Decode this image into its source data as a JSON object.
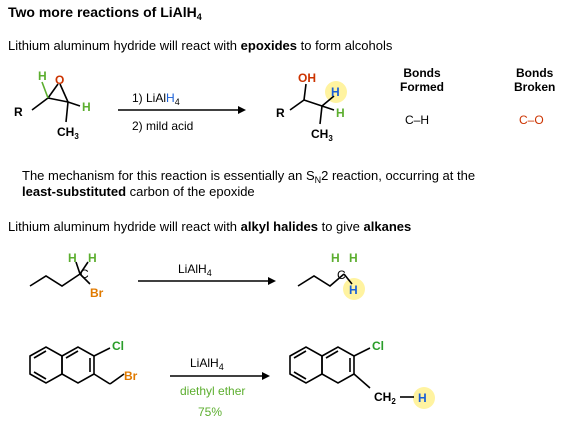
{
  "title": "Two more reactions of LiAlH",
  "title_sub": "4",
  "line1": {
    "pre": "Lithium aluminum hydride will react with ",
    "bold": "epoxides",
    "post": " to form alcohols"
  },
  "rxn1": {
    "cond1_pre": "1) LiAl",
    "cond1_h": "H",
    "cond1_sub": "4",
    "cond2": "2) mild acid",
    "bonds_formed_1": "Bonds",
    "bonds_formed_2": "Formed",
    "bonds_broken_1": "Bonds",
    "bonds_broken_2": "Broken",
    "formed_val": "C–H",
    "broken_val": "C–O"
  },
  "mech": {
    "line1_pre": "The mechanism for this reaction is essentially an S",
    "line1_sub": "N",
    "line1_post": "2 reaction, occurring at the",
    "line2_bold": "least-substituted",
    "line2_post": " carbon of the epoxide"
  },
  "line2": {
    "pre": "Lithium aluminum hydride will react with ",
    "bold1": "alkyl halides",
    "mid": " to give ",
    "bold2": "alkanes"
  },
  "rxn2": {
    "reagent": "LiAlH",
    "reagent_sub": "4"
  },
  "rxn3": {
    "reagent": "LiAlH",
    "reagent_sub": "4",
    "solvent": "diethyl ether",
    "yield": "75%",
    "product_label": "CH",
    "product_sub": "2",
    "product_h": "H"
  },
  "atoms": {
    "H": "H",
    "O": "O",
    "OH": "OH",
    "R": "R",
    "CH3": "CH",
    "CH3_sub": "3",
    "Br": "Br",
    "Cl": "Cl",
    "C": "C"
  },
  "colors": {
    "blue": "#1a5fd6",
    "red": "#cc3300",
    "green": "#2a9d2a",
    "highlight": "#fff3a0",
    "hydrogen_green": "#5cae2f"
  }
}
